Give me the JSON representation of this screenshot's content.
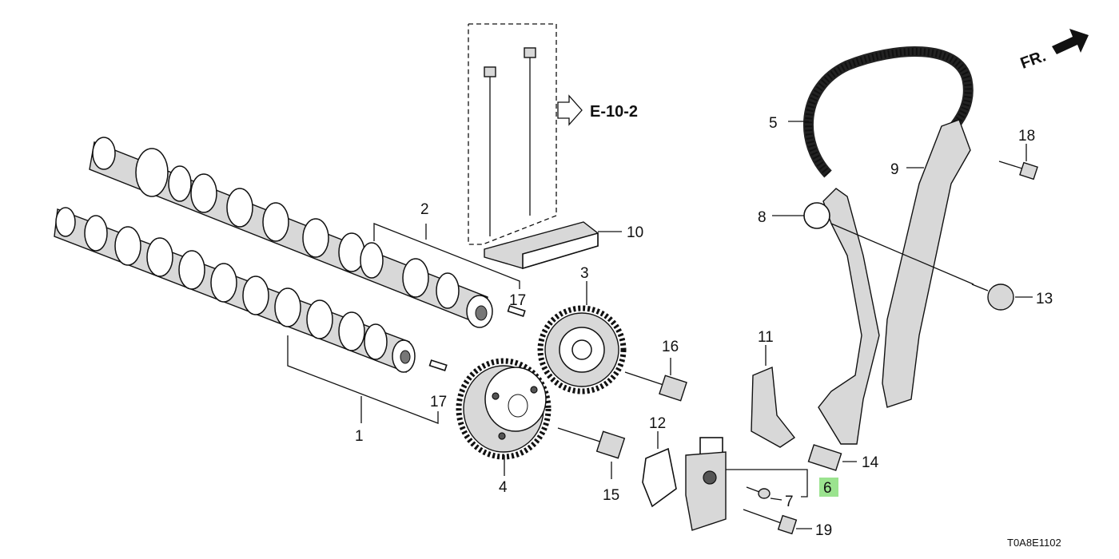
{
  "diagram": {
    "parts": {
      "p1": "1",
      "p2": "2",
      "p3": "3",
      "p4": "4",
      "p5": "5",
      "p6": "6",
      "p7": "7",
      "p8": "8",
      "p9": "9",
      "p10": "10",
      "p11": "11",
      "p12": "12",
      "p13": "13",
      "p14": "14",
      "p15": "15",
      "p16": "16",
      "p17a": "17",
      "p17b": "17",
      "p18": "18",
      "p19": "19"
    },
    "reference_label": "E-10-2",
    "front_label": "FR.",
    "diagram_code": "T0A8E1102",
    "highlighted_part": "6",
    "highlight_color": "#9be38f"
  }
}
